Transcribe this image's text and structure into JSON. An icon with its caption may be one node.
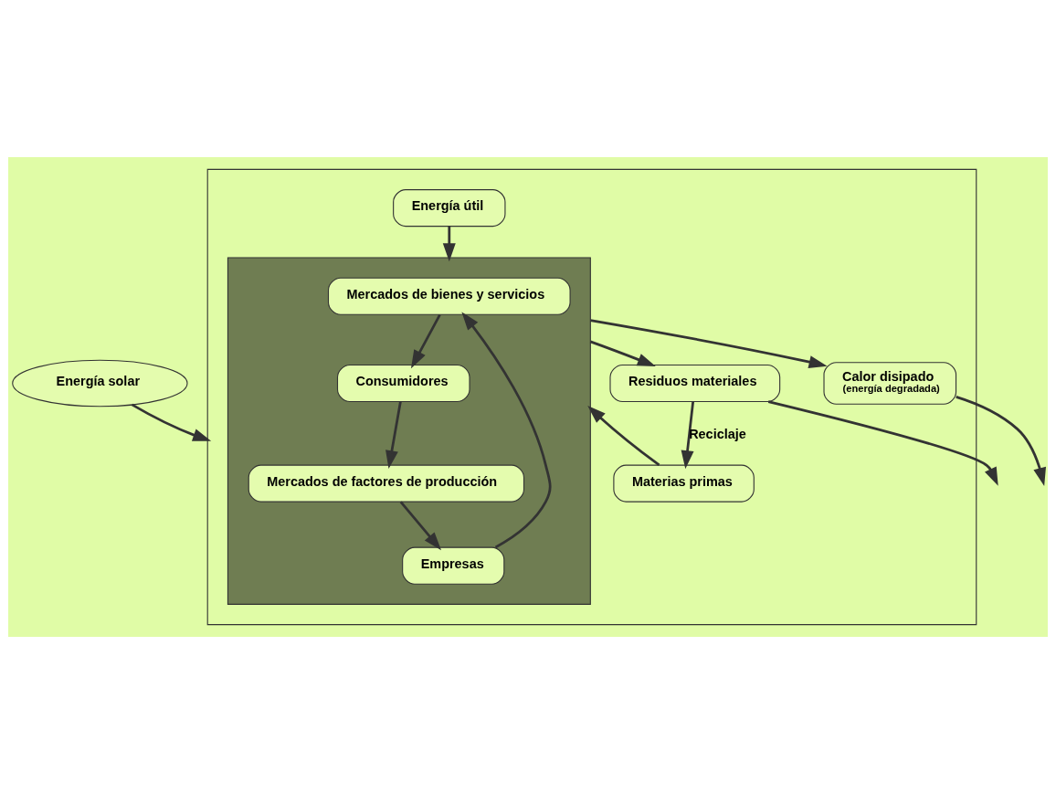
{
  "diagram": {
    "nodes": [
      {
        "text": [
          "Energía solar"
        ]
      },
      {
        "text": [],
        "shape": "box"
      },
      {
        "text": [
          "Materias primas"
        ],
        "in": 1
      },
      {
        "text": [
          "Residuos materiales"
        ],
        "in": 1
      },
      {
        "text": [],
        "shape": "ellipse",
        "in": 1
      },
      {
        "text": [
          "Mercados de bienes y servicios"
        ],
        "in": 4
      },
      {
        "text": [
          "Empresas"
        ],
        "in": 4
      },
      {
        "text": [
          "Consumidores"
        ],
        "in": 4
      },
      {
        "text": [
          "Mercados de factores de producción"
        ],
        "in": 4
      },
      {
        "text": [
          "Energía útil"
        ],
        "in": 1
      },
      {
        "text": [
          "Calor disipado",
          "(energía degradada)"
        ],
        "in": 1
      }
    ],
    "edges": [
      {
        "from": 0,
        "to": 1,
        "arrow": "to"
      },
      {
        "from": 3,
        "to": 2,
        "arrow": "to",
        "label": "Reciclaje"
      },
      {
        "from": 2,
        "to": 4,
        "arrow": "to"
      },
      {
        "from": 6,
        "to": 5,
        "arrow": "to"
      },
      {
        "from": 5,
        "to": 7,
        "arrow": "to"
      },
      {
        "from": 7,
        "to": 8,
        "arrow": "to"
      },
      {
        "from": 8,
        "to": 6,
        "arrow": "to"
      },
      {
        "from": 9,
        "to": 4,
        "arrow": "to"
      },
      {
        "from": 4,
        "to": 3,
        "arrow": "to"
      },
      {
        "from": 4,
        "to": 10,
        "arrow": "to"
      },
      {
        "from": 3,
        "to": null,
        "arrow": "to"
      },
      {
        "from": 10,
        "to": null,
        "arrow": "to"
      }
    ]
  }
}
